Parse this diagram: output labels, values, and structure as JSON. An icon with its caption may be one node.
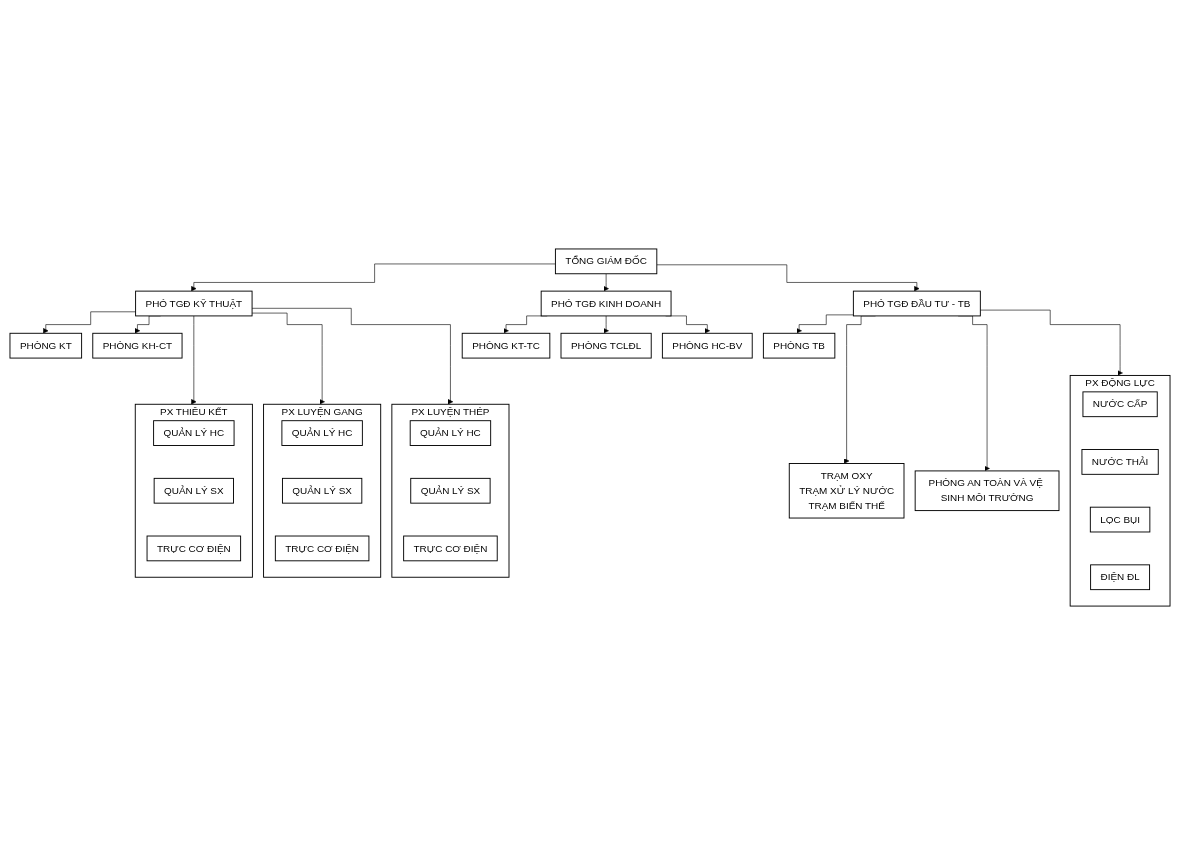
{
  "diagram": {
    "nodes": [
      {
        "text": [
          "TỔNG GIÁM ĐỐC"
        ]
      },
      {
        "text": [
          "PHÓ TGĐ KỸ THUẬT"
        ]
      },
      {
        "text": [
          "PHÓ TGĐ KINH DOANH"
        ]
      },
      {
        "text": [
          "PHÓ TGĐ ĐẦU TƯ - TB"
        ]
      },
      {
        "text": [
          "PHÒNG KT"
        ]
      },
      {
        "text": [
          "PHÒNG KH-CT"
        ]
      },
      {
        "text": [
          "PHÒNG KT-TC"
        ]
      },
      {
        "text": [
          "PHÒNG TCLĐL"
        ]
      },
      {
        "text": [
          "PHÒNG HC-BV"
        ]
      },
      {
        "text": [
          "PHÒNG TB"
        ]
      },
      {
        "text": [
          "PX THIÊU KẾT"
        ]
      },
      {
        "text": [
          "QUẢN LÝ HC"
        ],
        "in": 10
      },
      {
        "text": [
          "QUẢN LÝ SX"
        ],
        "in": 10
      },
      {
        "text": [
          "TRỰC CƠ ĐIỆN"
        ],
        "in": 10
      },
      {
        "text": [
          "PX LUYỆN GANG"
        ]
      },
      {
        "text": [
          "QUẢN LÝ HC"
        ],
        "in": 14
      },
      {
        "text": [
          "QUẢN LÝ SX"
        ],
        "in": 14
      },
      {
        "text": [
          "TRỰC CƠ ĐIỆN"
        ],
        "in": 14
      },
      {
        "text": [
          "PX LUYỆN THÉP"
        ]
      },
      {
        "text": [
          "QUẢN LÝ HC"
        ],
        "in": 18
      },
      {
        "text": [
          "QUẢN LÝ SX"
        ],
        "in": 18
      },
      {
        "text": [
          "TRỰC CƠ ĐIỆN"
        ],
        "in": 18
      },
      {
        "text": [
          "PX ĐỘNG LỰC"
        ]
      },
      {
        "text": [
          "NƯỚC CẤP"
        ],
        "in": 22
      },
      {
        "text": [
          "NƯỚC THẢI"
        ],
        "in": 22
      },
      {
        "text": [
          "LỌC BỤI"
        ],
        "in": 22
      },
      {
        "text": [
          "ĐIỆN ĐL"
        ],
        "in": 22
      },
      {
        "text": [
          "TRẠM OXY",
          "TRẠM XỬ LÝ NƯỚC",
          "TRẠM BIẾN THẾ"
        ]
      },
      {
        "text": [
          "PHÒNG AN TOÀN VÀ VỆ SINH MÔI TRƯỜNG"
        ]
      }
    ],
    "edges": [
      {
        "from": 0,
        "to": 1,
        "arrow": "to"
      },
      {
        "from": 0,
        "to": 2,
        "arrow": "to"
      },
      {
        "from": 0,
        "to": 3,
        "arrow": "to"
      },
      {
        "from": 1,
        "to": 4,
        "arrow": "to"
      },
      {
        "from": 1,
        "to": 5,
        "arrow": "to"
      },
      {
        "from": 2,
        "to": 6,
        "arrow": "to"
      },
      {
        "from": 2,
        "to": 7,
        "arrow": "to"
      },
      {
        "from": 2,
        "to": 8,
        "arrow": "to"
      },
      {
        "from": 3,
        "to": 9,
        "arrow": "to"
      },
      {
        "from": 1,
        "to": 10,
        "arrow": "to"
      },
      {
        "from": 1,
        "to": 14,
        "arrow": "to"
      },
      {
        "from": 1,
        "to": 18,
        "arrow": "to"
      },
      {
        "from": 3,
        "to": 22,
        "arrow": "to"
      },
      {
        "from": 3,
        "to": 27,
        "arrow": "to"
      },
      {
        "from": 3,
        "to": 28,
        "arrow": "to"
      }
    ]
  }
}
